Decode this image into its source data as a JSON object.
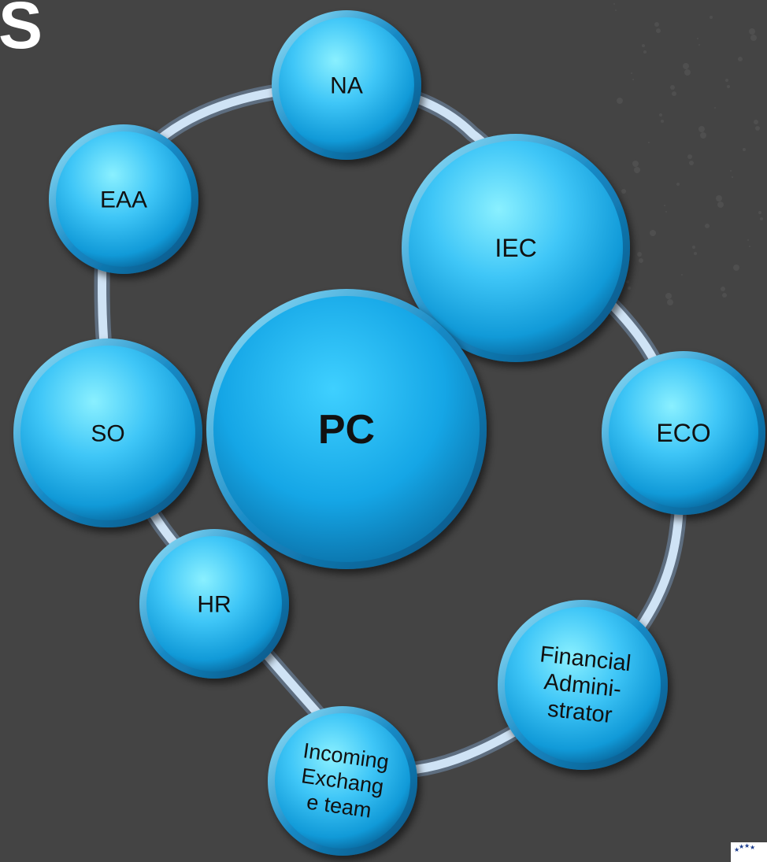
{
  "header": {
    "title_fragment": "S"
  },
  "diagram": {
    "center": {
      "id": "pc",
      "label": [
        "PC"
      ]
    },
    "nodes": [
      {
        "id": "na",
        "label": [
          "NA"
        ]
      },
      {
        "id": "iec",
        "label": [
          "IEC"
        ]
      },
      {
        "id": "eco",
        "label": [
          "ECO"
        ]
      },
      {
        "id": "financial-administrator",
        "label": [
          "Financial",
          "Admini-",
          "strator"
        ]
      },
      {
        "id": "incoming-exchange-team",
        "label": [
          "Incoming",
          "Exchang",
          "e team"
        ]
      },
      {
        "id": "hr",
        "label": [
          "HR"
        ]
      },
      {
        "id": "so",
        "label": [
          "SO"
        ]
      },
      {
        "id": "eaa",
        "label": [
          "EAA"
        ]
      }
    ]
  },
  "colors": {
    "background": "#444444",
    "bubble_light": "#6fe4ff",
    "bubble_dark": "#0f8fd0",
    "ring": "#c9dcef"
  },
  "logo": {
    "icon": "eu-stars-icon"
  }
}
